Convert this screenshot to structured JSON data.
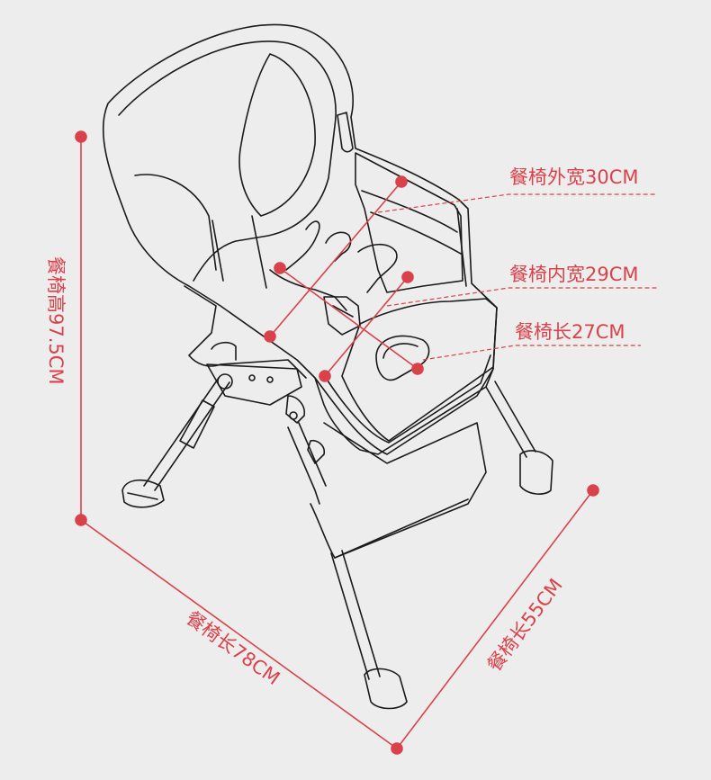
{
  "colors": {
    "background": "#ededed",
    "accent": "#d9424a",
    "line_art": "#1a1a1a"
  },
  "labels": {
    "outer_width": "餐椅外宽30CM",
    "inner_width": "餐椅内宽29CM",
    "seat_length": "餐椅长27CM",
    "height": "餐椅高97.5CM",
    "chair_length": "餐椅长78CM",
    "chair_width": "餐椅长55CM"
  },
  "icons": {
    "illustration": "high-chair-line-drawing"
  }
}
